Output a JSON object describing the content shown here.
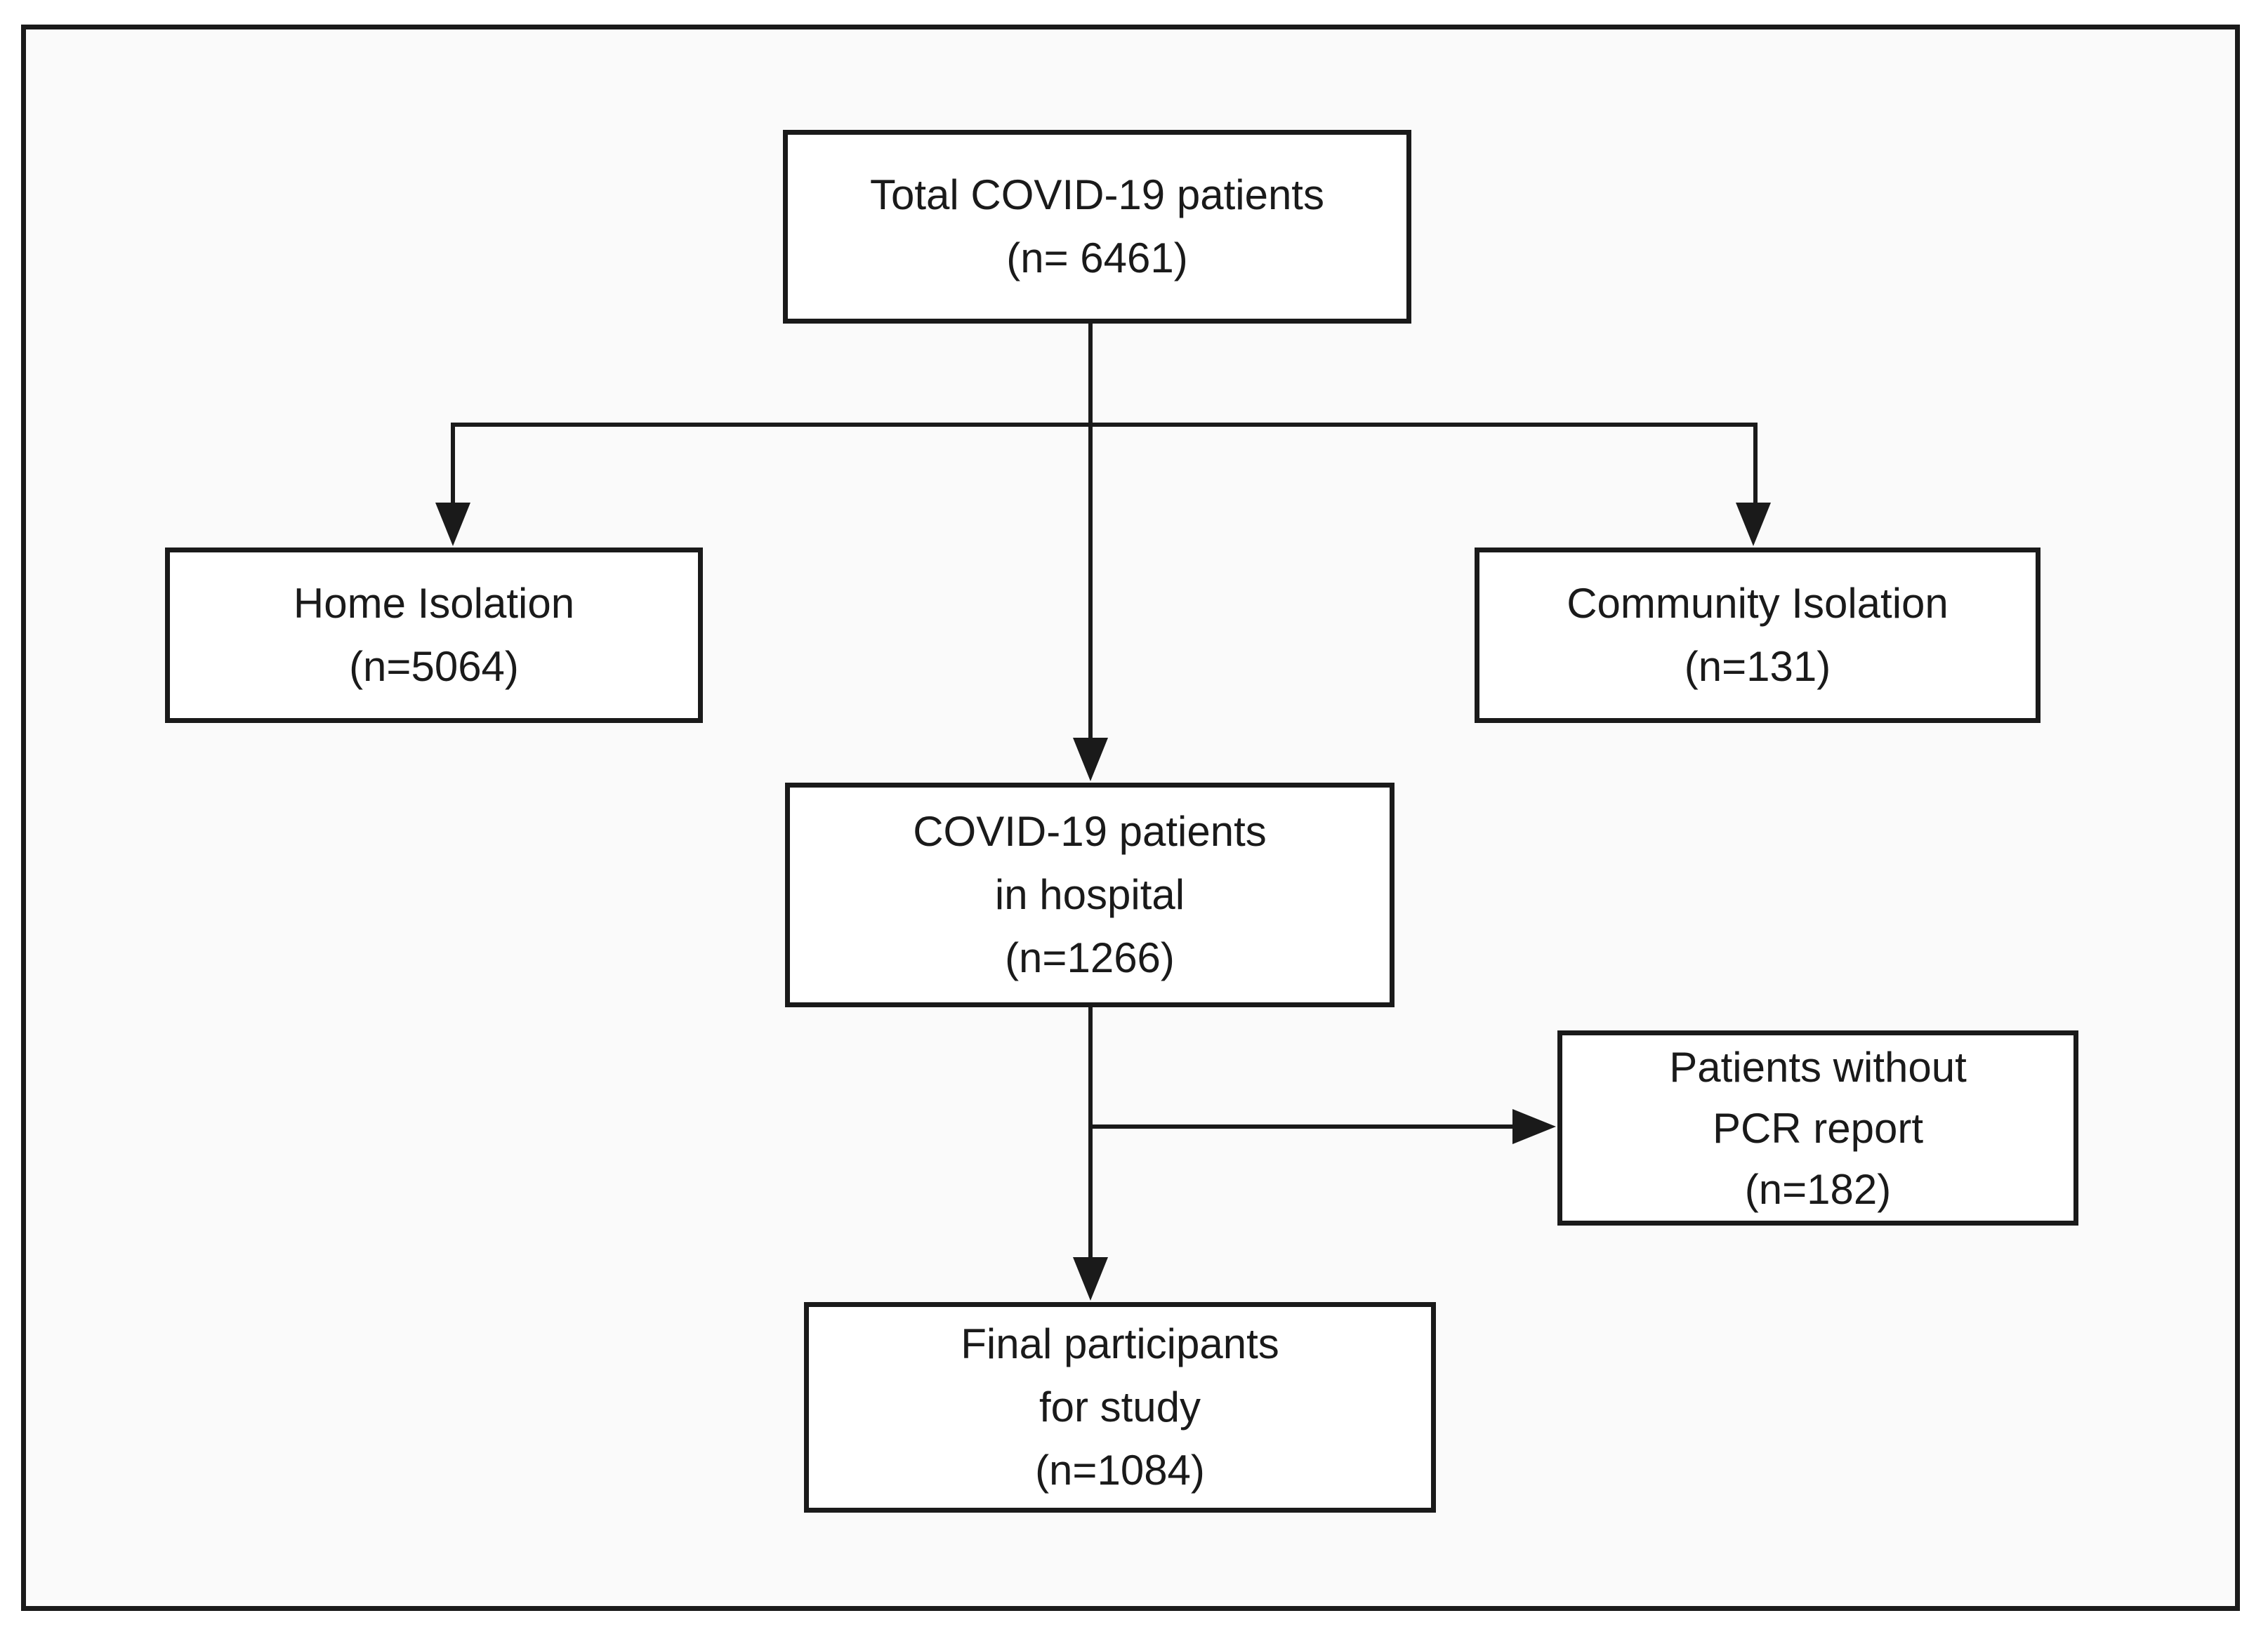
{
  "colors": {
    "frame_background": "#fafafa",
    "box_fill": "#ffffff",
    "line": "#1a1a1a"
  },
  "nodes": {
    "total": {
      "lines": [
        "Total COVID-19 patients",
        "(n= 6461)"
      ]
    },
    "home": {
      "lines": [
        "Home Isolation",
        "(n=5064)"
      ]
    },
    "community": {
      "lines": [
        "Community Isolation",
        "(n=131)"
      ]
    },
    "hospital": {
      "lines": [
        "COVID-19 patients",
        "in hospital",
        "(n=1266)"
      ]
    },
    "pcr": {
      "lines": [
        "Patients without",
        "PCR report",
        "(n=182)"
      ]
    },
    "final": {
      "lines": [
        "Final participants",
        "for study",
        "(n=1084)"
      ]
    }
  }
}
